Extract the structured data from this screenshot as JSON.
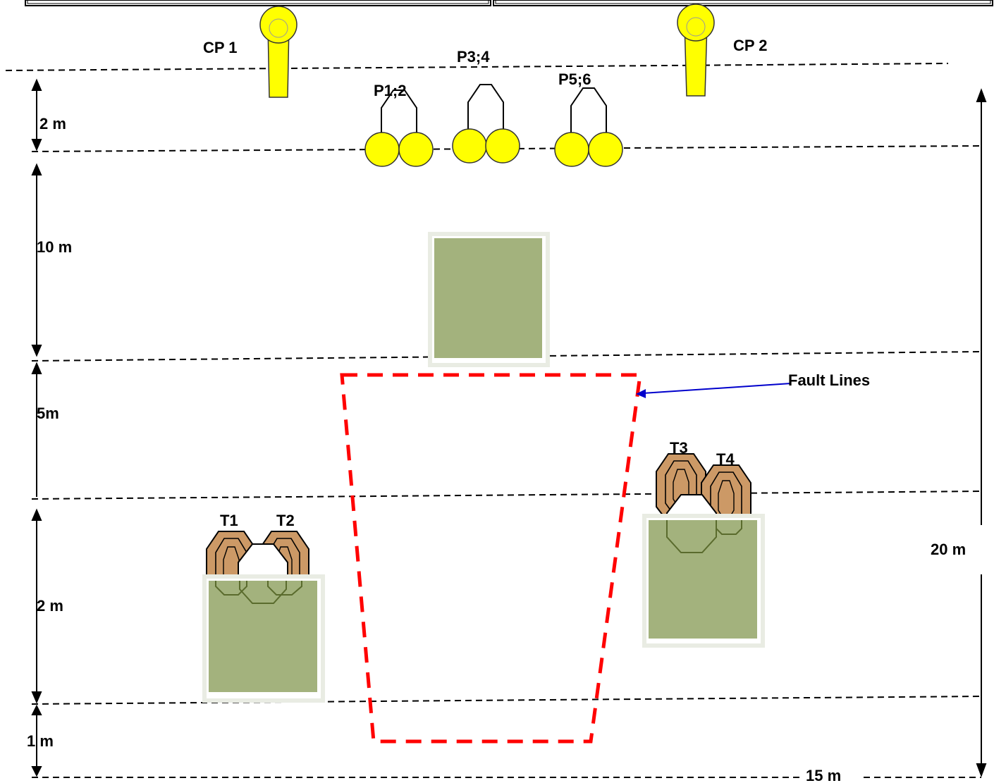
{
  "shooters": {
    "cp1": "CP 1",
    "cp2": "CP 2"
  },
  "paper_targets": {
    "p12": "P1;2",
    "p34": "P3;4",
    "p56": "P5;6"
  },
  "steel_targets": {
    "t1": "T1",
    "t2": "T2",
    "t3": "T3",
    "t4": "T4"
  },
  "distances": {
    "d_2m_top": "2 m",
    "d_10m": "10 m",
    "d_5m": "5m",
    "d_2m_bottom": "2 m",
    "d_1m": "1 m",
    "d_total_depth": "20 m",
    "d_width": "15 m"
  },
  "fault_lines_label": "Fault Lines",
  "colors": {
    "popper_yellow": "#ffff00",
    "barrel_green": "#a3b27d",
    "barrel_border": "#e9ece3",
    "steel_tan": "#cc9966",
    "fault_red": "#ff0000",
    "pointer_blue": "#0000cc"
  }
}
